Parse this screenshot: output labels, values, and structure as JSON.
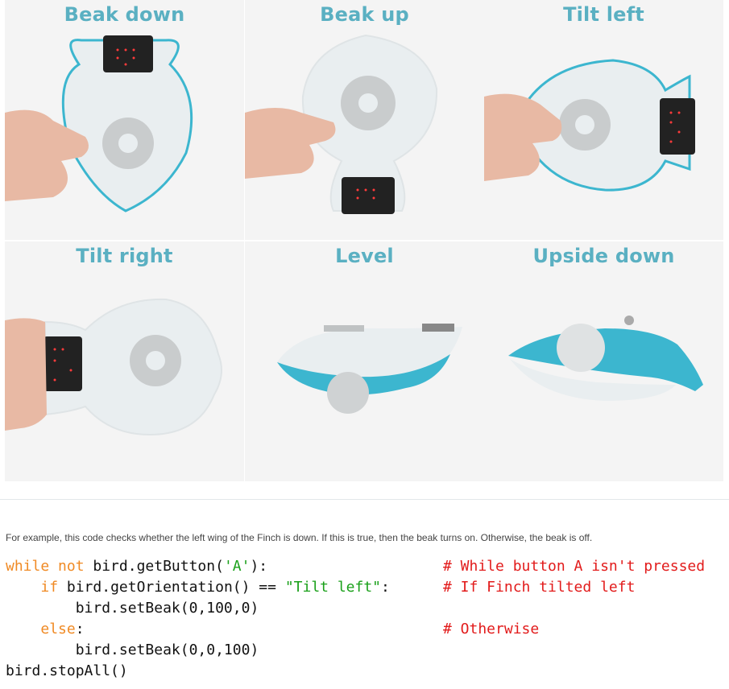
{
  "panels": [
    {
      "label": "Beak down"
    },
    {
      "label": "Beak up"
    },
    {
      "label": "Tilt left"
    },
    {
      "label": "Tilt right"
    },
    {
      "label": "Level"
    },
    {
      "label": "Upside down"
    }
  ],
  "description": "For example, this code checks whether the left wing of the Finch is down. If this is true, then the beak turns on. Otherwise, the beak is off.",
  "code": {
    "line1": {
      "kw": "while not",
      "rest": " bird.getButton(",
      "str": "'A'",
      "end": "):",
      "comment": "# While button A isn't pressed"
    },
    "line2": {
      "kw": "if",
      "rest": " bird.getOrientation() == ",
      "str": "\"Tilt left\"",
      "end": ":",
      "comment": "# If Finch tilted left"
    },
    "line3": {
      "text": "bird.setBeak(0,100,0)"
    },
    "line4": {
      "kw": "else",
      "end": ":",
      "comment": "# Otherwise"
    },
    "line5": {
      "text": "bird.setBeak(0,0,100)"
    },
    "line6": {
      "text": "bird.stopAll()"
    }
  },
  "colors": {
    "label": "#5ab0c2",
    "keyword": "#f08a24",
    "string": "#1aa01a",
    "comment": "#e21b1b",
    "robot_blue": "#3cb6cf"
  }
}
